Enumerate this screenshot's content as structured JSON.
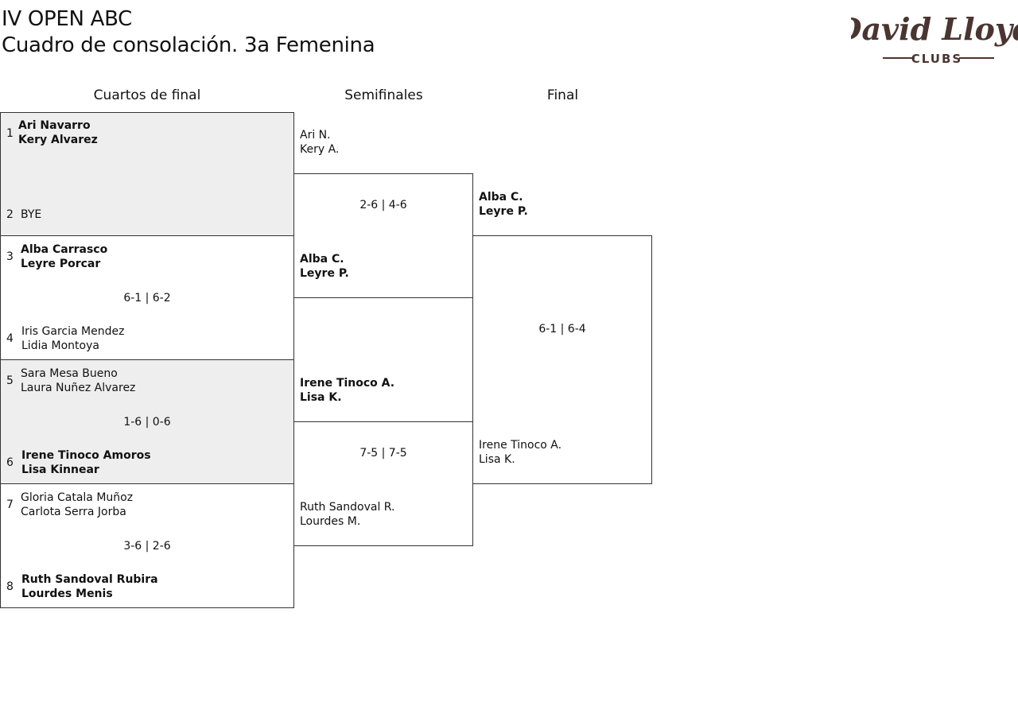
{
  "header": {
    "title_line1": "IV OPEN ABC",
    "title_line2": "Cuadro de consolación. 3a Femenina",
    "logo": {
      "word": "David Lloyd",
      "sub": "CLUBS",
      "color": "#4a3530"
    }
  },
  "rounds": {
    "quarterfinals": "Cuartos de final",
    "semifinals": "Semifinales",
    "final": "Final"
  },
  "quarterfinals": [
    {
      "top_seed": "1",
      "top_p1": "Ari Navarro",
      "top_p2": "Kery Alvarez",
      "bottom_seed": "2",
      "bottom_p1": "BYE",
      "bottom_p2": "",
      "score": ""
    },
    {
      "top_seed": "3",
      "top_p1": "Alba Carrasco",
      "top_p2": "Leyre Porcar",
      "bottom_seed": "4",
      "bottom_p1": "Iris Garcia Mendez",
      "bottom_p2": "Lidia Montoya",
      "score": "6-1 | 6-2"
    },
    {
      "top_seed": "5",
      "top_p1": "Sara Mesa Bueno",
      "top_p2": "Laura Nuñez Alvarez",
      "bottom_seed": "6",
      "bottom_p1": "Irene Tinoco Amoros",
      "bottom_p2": "Lisa Kinnear",
      "score": "1-6 | 0-6"
    },
    {
      "top_seed": "7",
      "top_p1": "Gloria Catala Muñoz",
      "top_p2": "Carlota Serra Jorba",
      "bottom_seed": "8",
      "bottom_p1": "Ruth Sandoval Rubira",
      "bottom_p2": "Lourdes Menis",
      "score": "3-6 | 2-6"
    }
  ],
  "semifinals": [
    {
      "top_p1": "Ari N.",
      "top_p2": "Kery A.",
      "bottom_p1": "Alba C.",
      "bottom_p2": "Leyre P.",
      "score": "2-6 | 4-6"
    },
    {
      "top_p1": "Irene Tinoco A.",
      "top_p2": "Lisa K.",
      "bottom_p1": "Ruth Sandoval R.",
      "bottom_p2": "Lourdes M.",
      "score": "7-5 | 7-5"
    }
  ],
  "final": {
    "top_p1": "Alba C.",
    "top_p2": "Leyre P.",
    "bottom_p1": "Irene Tinoco A.",
    "bottom_p2": "Lisa K.",
    "score": "6-1 | 6-4"
  }
}
